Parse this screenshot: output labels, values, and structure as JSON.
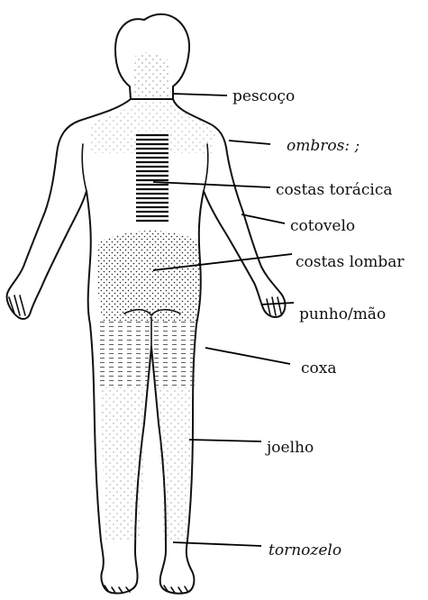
{
  "figure": {
    "labels": [
      {
        "id": "neck",
        "text": "pescoço"
      },
      {
        "id": "shoulders",
        "text": "ombros: ;"
      },
      {
        "id": "thoracic",
        "text": "costas torácica"
      },
      {
        "id": "elbow",
        "text": "cotovelo"
      },
      {
        "id": "lumbar",
        "text": "costas lombar"
      },
      {
        "id": "wrist",
        "text": "punho/mão"
      },
      {
        "id": "thigh",
        "text": "coxa"
      },
      {
        "id": "knee",
        "text": "joelho"
      },
      {
        "id": "ankle",
        "text": "tornozelo"
      }
    ]
  }
}
